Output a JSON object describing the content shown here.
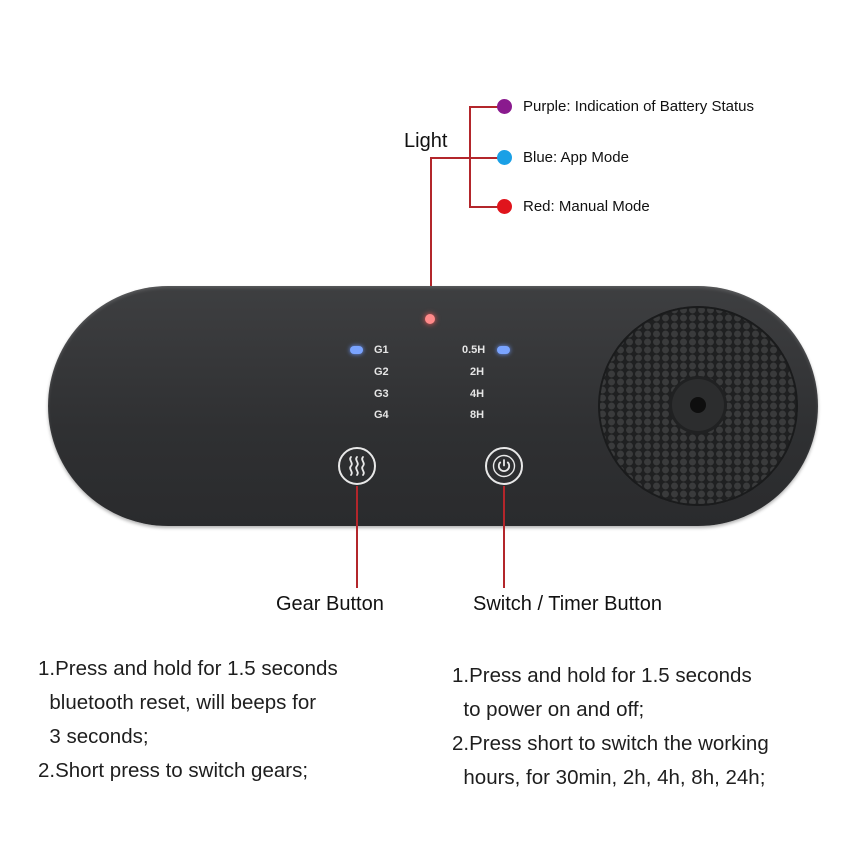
{
  "header": {
    "light_title": "Light"
  },
  "legend": [
    {
      "label": "Purple: Indication of Battery Status",
      "color": "#8a1a8e"
    },
    {
      "label": "Blue: App Mode",
      "color": "#1aa0e6"
    },
    {
      "label": "Red: Manual  Mode",
      "color": "#e0141c"
    }
  ],
  "device": {
    "gear_levels": [
      "G1",
      "G2",
      "G3",
      "G4"
    ],
    "timer_levels": [
      "0.5H",
      "2H",
      "4H",
      "8H"
    ]
  },
  "buttons": {
    "gear_label": "Gear Button",
    "switch_label": "Switch / Timer Button"
  },
  "descriptions": {
    "gear": [
      "1.Press and hold for 1.5 seconds",
      "  bluetooth reset, will beeps for",
      "  3 seconds;",
      "2.Short press to switch gears;"
    ],
    "switch": [
      "1.Press and hold for 1.5 seconds",
      "  to power on and off;",
      "2.Press short to switch the working",
      "  hours, for 30min, 2h, 4h, 8h, 24h;"
    ]
  },
  "colors": {
    "leader_line": "#b3262b",
    "device_body": "#333436",
    "indicator_blue": "#7aa4ff",
    "indicator_red": "#ff8a8a"
  }
}
